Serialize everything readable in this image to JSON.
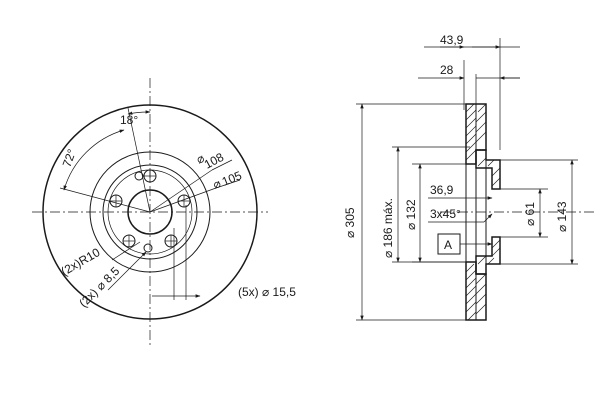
{
  "front_view": {
    "angle_hole_spacing": "18°",
    "angle_pattern": "72°",
    "dim_pcd_108": "108",
    "dim_pcd_105": "105",
    "radius_label": "(2x)R10",
    "small_hole_label": "(2x) ⌀ 8,5",
    "bolt_hole_label": "(5x) ⌀ 15,5"
  },
  "section_view": {
    "dim_total_width": "43,9",
    "dim_hat_width": "28",
    "dim_outer_diameter": "⌀ 305",
    "dim_max_friction_inner": "⌀ 186 máx.",
    "dim_hat_outer": "⌀ 132",
    "dim_hat_depth": "36,9",
    "dim_chamfer": "3x45°",
    "dim_center_bore": "⌀ 61",
    "dim_hub_register": "⌀ 143",
    "datum_label": "A"
  }
}
